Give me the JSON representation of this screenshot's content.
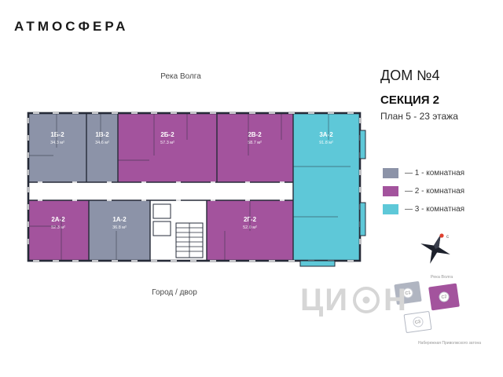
{
  "logo": "АТМОСФЕРА",
  "header": {
    "house": "ДОМ №4",
    "section": "СЕКЦИЯ 2",
    "plan_range": "План 5 - 23 этажа"
  },
  "orientation": {
    "top": "Река Волга",
    "bottom": "Город / двор"
  },
  "colors": {
    "one_room": "#8c93a8",
    "two_room": "#a3539d",
    "three_room": "#5ec8d8",
    "walls": "#262b38"
  },
  "legend": [
    {
      "label": "— 1 - комнатная",
      "color": "#8c93a8"
    },
    {
      "label": "— 2 - комнатная",
      "color": "#a3539d"
    },
    {
      "label": "— 3 - комнатная",
      "color": "#5ec8d8"
    }
  ],
  "apartments": [
    {
      "id": "1Б-2",
      "area": "34.3 м²",
      "color": "#8c93a8"
    },
    {
      "id": "1В-2",
      "area": "34.6 м²",
      "color": "#8c93a8"
    },
    {
      "id": "2Б-2",
      "area": "57.3 м²",
      "color": "#a3539d"
    },
    {
      "id": "2В-2",
      "area": "58.7 м²",
      "color": "#a3539d"
    },
    {
      "id": "3А-2",
      "area": "91.8 м²",
      "color": "#5ec8d8"
    },
    {
      "id": "2А-2",
      "area": "52.3 м²",
      "color": "#a3539d"
    },
    {
      "id": "1А-2",
      "area": "36.8 м²",
      "color": "#8c93a8"
    },
    {
      "id": "2Г-2",
      "area": "52.0 м²",
      "color": "#a3539d"
    }
  ],
  "compass": {
    "north": "с"
  },
  "minimap": {
    "river": "Река Волга",
    "buildings": [
      {
        "label": "С1",
        "color": "#b0b5c1"
      },
      {
        "label": "С2",
        "color": "#a3539d"
      },
      {
        "label": "С3",
        "color": "#ffffff"
      }
    ],
    "street": "Набережная Приволжского затона"
  },
  "watermark": {
    "left": "ЦИ",
    "right": "Н"
  }
}
